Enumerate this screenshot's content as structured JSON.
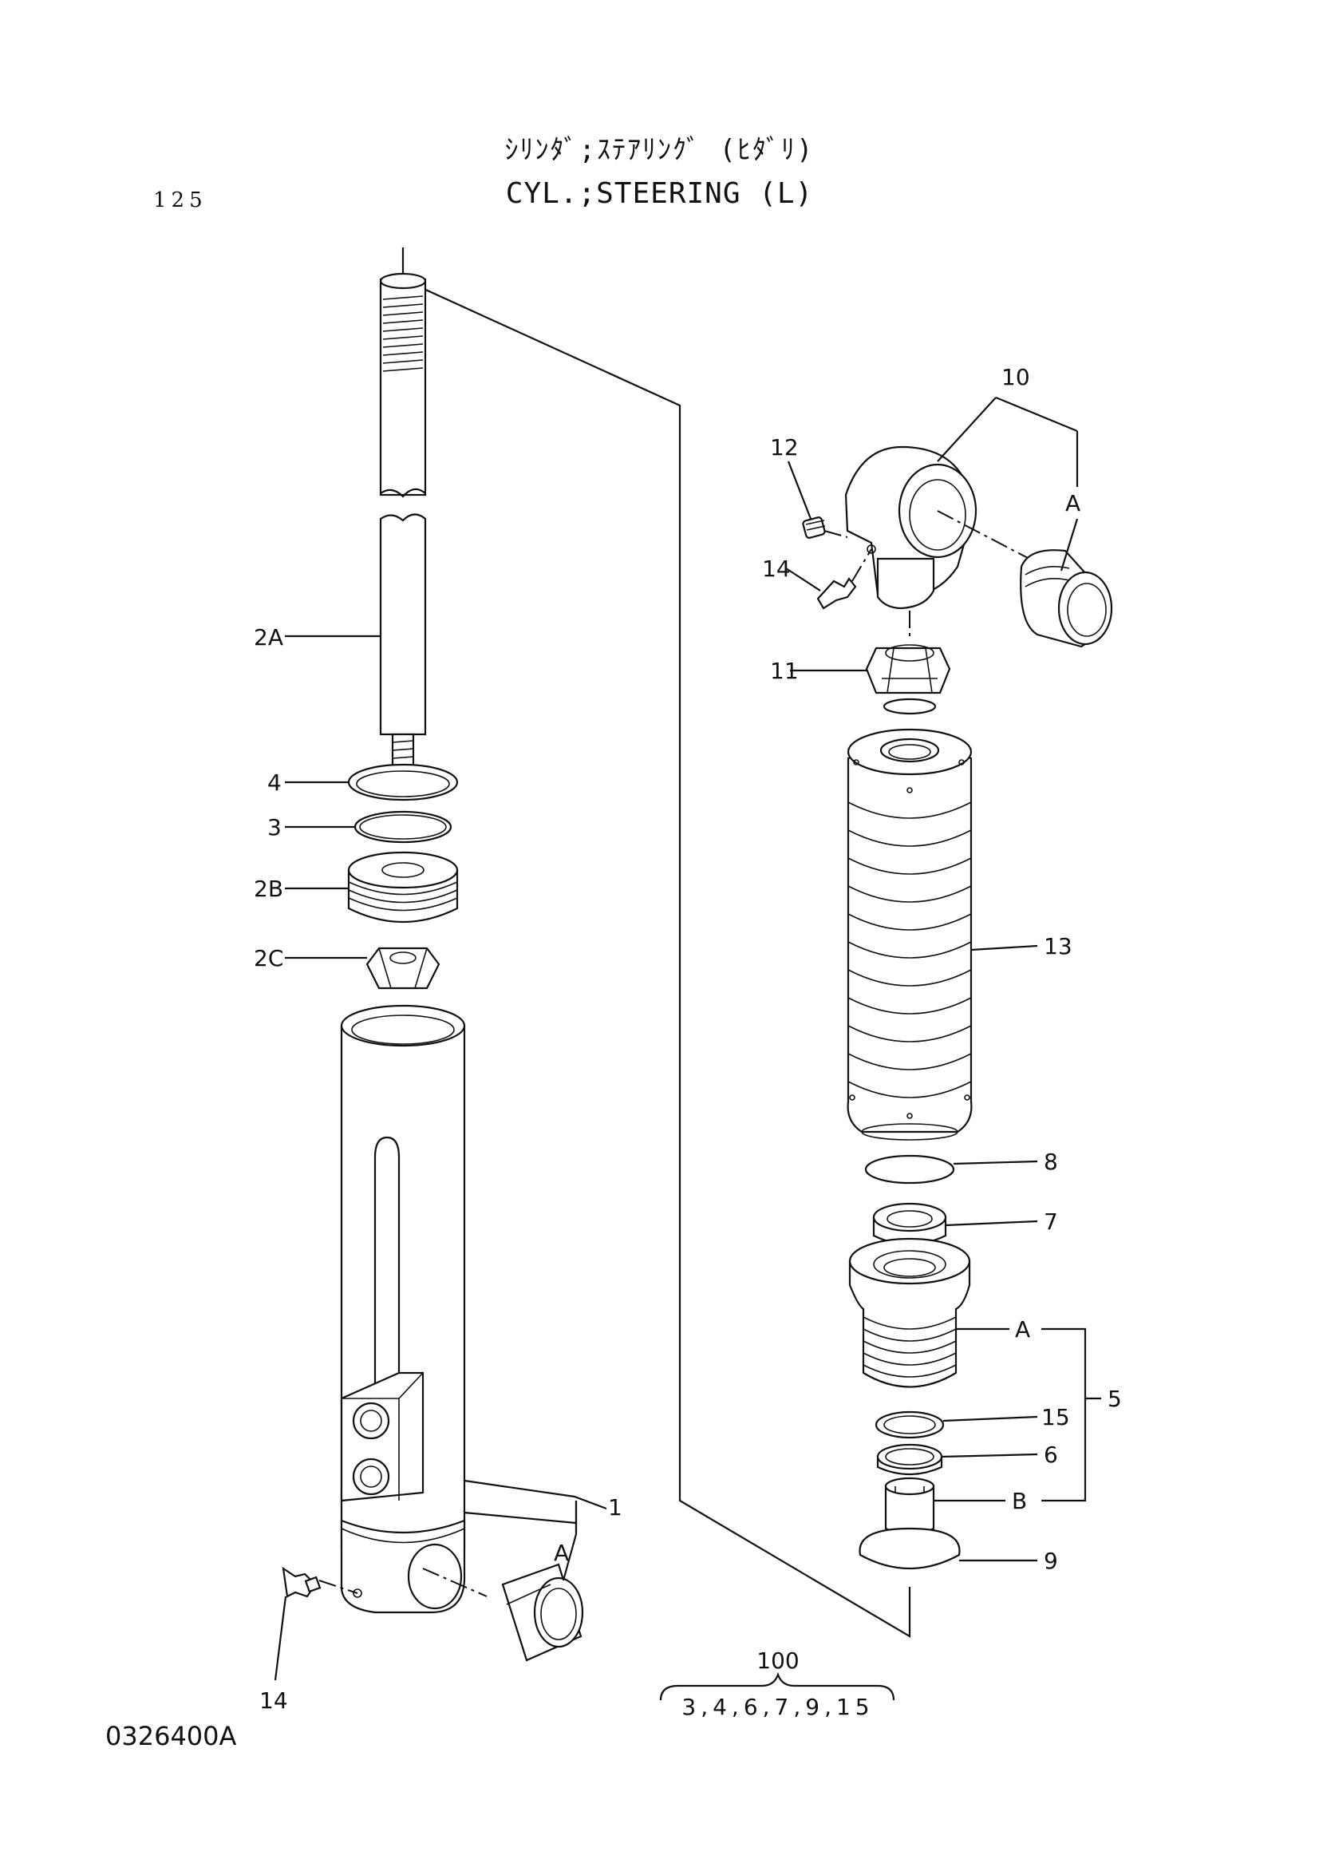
{
  "header": {
    "title_jp": "ｼﾘﾝﾀﾞ;ｽﾃｱﾘﾝｸﾞ (ﾋﾀﾞﾘ)",
    "title_en": "CYL.;STEERING (L)",
    "page_number": "125"
  },
  "footer": {
    "drawing_code": "0326400A"
  },
  "callouts": {
    "c1": "1",
    "c2A": "2A",
    "c2B": "2B",
    "c2C": "2C",
    "c3": "3",
    "c4": "4",
    "c5": "5",
    "c6": "6",
    "c7": "7",
    "c8": "8",
    "c9": "9",
    "c10": "10",
    "c11": "11",
    "c12": "12",
    "c13": "13",
    "c14_left": "14",
    "c14_right": "14",
    "c15": "15",
    "subA_10": "A",
    "subA_1": "A",
    "subA_5": "A",
    "subB_5": "B"
  },
  "kit": {
    "number": "100",
    "contents": "3,4,6,7,9,15"
  }
}
